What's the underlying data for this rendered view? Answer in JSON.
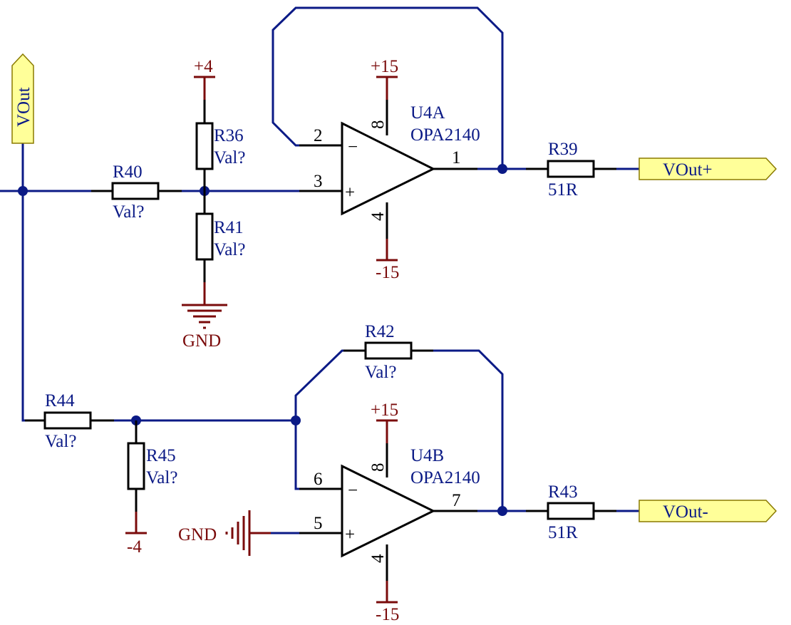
{
  "ports": {
    "vout_in": "VOut",
    "vout_plus": "VOut+",
    "vout_minus": "VOut-"
  },
  "resistors": {
    "r36": {
      "ref": "R36",
      "value": "Val?"
    },
    "r40": {
      "ref": "R40",
      "value": "Val?"
    },
    "r41": {
      "ref": "R41",
      "value": "Val?"
    },
    "r39": {
      "ref": "R39",
      "value": "51R"
    },
    "r42": {
      "ref": "R42",
      "value": "Val?"
    },
    "r44": {
      "ref": "R44",
      "value": "Val?"
    },
    "r45": {
      "ref": "R45",
      "value": "Val?"
    },
    "r43": {
      "ref": "R43",
      "value": "51R"
    }
  },
  "opamps": {
    "u4a": {
      "ref": "U4A",
      "part": "OPA2140",
      "pin_inv": "2",
      "pin_noninv": "3",
      "pin_out": "1",
      "pin_vpos": "8",
      "pin_vneg": "4"
    },
    "u4b": {
      "ref": "U4B",
      "part": "OPA2140",
      "pin_inv": "6",
      "pin_noninv": "5",
      "pin_out": "7",
      "pin_vpos": "8",
      "pin_vneg": "4"
    }
  },
  "power": {
    "plus4": "+4",
    "u4a_vpos": "+15",
    "u4a_vneg": "-15",
    "gnd_top": "GND",
    "u4b_vpos": "+15",
    "u4b_vneg": "-15",
    "minus4": "-4",
    "gnd_bottom": "GND"
  },
  "colors": {
    "wire": "#0b1a86",
    "power": "#7a0b0b",
    "port_fill": "#ffff99"
  }
}
